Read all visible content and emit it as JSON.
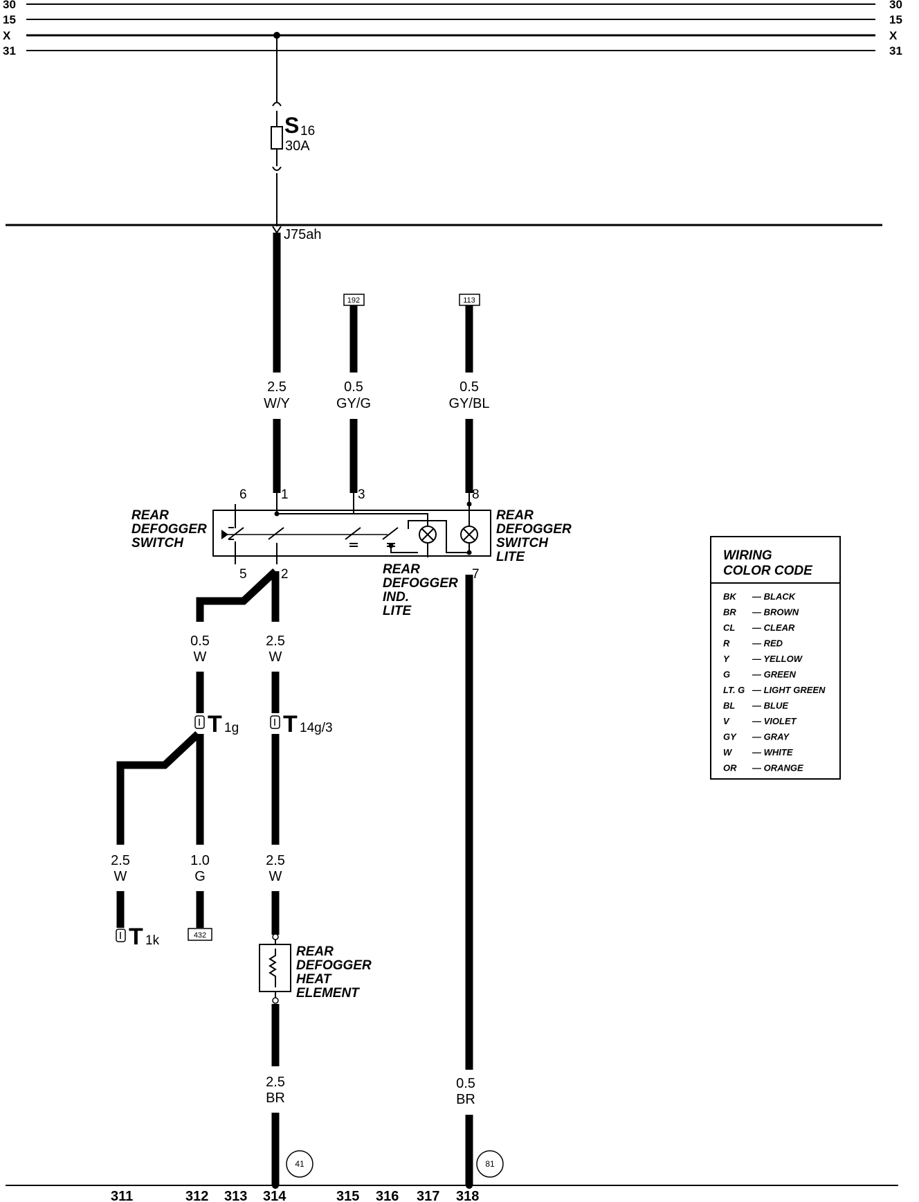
{
  "rails": {
    "left": [
      "30",
      "15",
      "X",
      "31"
    ],
    "right": [
      "30",
      "15",
      "X",
      "31"
    ]
  },
  "fuse": {
    "id": "S",
    "sub": "16",
    "rating": "30A"
  },
  "splice": {
    "label": "J75ah"
  },
  "refs": {
    "r192": "192",
    "r113": "113",
    "r432": "432"
  },
  "wires": {
    "w1": {
      "size": "2.5",
      "color": "W/Y"
    },
    "w2": {
      "size": "0.5",
      "color": "GY/G"
    },
    "w3": {
      "size": "0.5",
      "color": "GY/BL"
    },
    "w4": {
      "size": "0.5",
      "color": "W"
    },
    "w5": {
      "size": "2.5",
      "color": "W"
    },
    "w6": {
      "size": "2.5",
      "color": "W"
    },
    "w7": {
      "size": "1.0",
      "color": "G"
    },
    "w8": {
      "size": "2.5",
      "color": "W"
    },
    "w9": {
      "size": "2.5",
      "color": "BR"
    },
    "w10": {
      "size": "0.5",
      "color": "BR"
    }
  },
  "pins": {
    "p1": "1",
    "p2": "2",
    "p3": "3",
    "p5": "5",
    "p6": "6",
    "p7": "7",
    "p8": "8"
  },
  "components": {
    "switch": [
      "REAR",
      "DEFOGGER",
      "SWITCH"
    ],
    "switch_lite": [
      "REAR",
      "DEFOGGER",
      "SWITCH",
      "LITE"
    ],
    "ind_lite": [
      "REAR",
      "DEFOGGER",
      "IND.",
      "LITE"
    ],
    "heat_element": [
      "REAR",
      "DEFOGGER",
      "HEAT",
      "ELEMENT"
    ]
  },
  "connectors": {
    "t1g": {
      "big": "T",
      "sub": "1g"
    },
    "t14g": {
      "big": "T",
      "sub": "14g/3"
    },
    "t1k": {
      "big": "T",
      "sub": "1k"
    }
  },
  "grounds": {
    "g41": "41",
    "g81": "81"
  },
  "legend": {
    "title": [
      "WIRING",
      "COLOR CODE"
    ],
    "rows": [
      {
        "code": "BK",
        "name": "— BLACK"
      },
      {
        "code": "BR",
        "name": "— BROWN"
      },
      {
        "code": "CL",
        "name": "— CLEAR"
      },
      {
        "code": "R",
        "name": "— RED"
      },
      {
        "code": "Y",
        "name": "— YELLOW"
      },
      {
        "code": "G",
        "name": "— GREEN"
      },
      {
        "code": "LT. G",
        "name": "— LIGHT GREEN"
      },
      {
        "code": "BL",
        "name": "— BLUE"
      },
      {
        "code": "V",
        "name": "— VIOLET"
      },
      {
        "code": "GY",
        "name": "— GRAY"
      },
      {
        "code": "W",
        "name": "— WHITE"
      },
      {
        "code": "OR",
        "name": "— ORANGE"
      }
    ]
  },
  "footer": [
    "311",
    "312",
    "313",
    "314",
    "315",
    "316",
    "317",
    "318"
  ]
}
